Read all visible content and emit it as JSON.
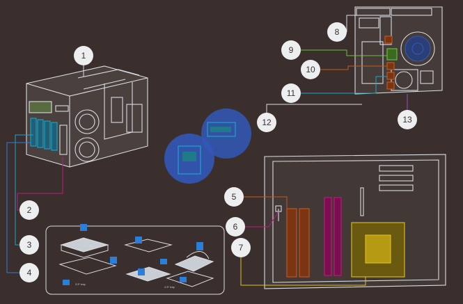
{
  "colors": {
    "background": "#3a2f2d",
    "line_art": "#d9dde2",
    "badge_fill": "#eceeef",
    "accent_cyan": "#1aa6c9",
    "accent_magenta": "#c2187e",
    "accent_orange": "#c8581c",
    "accent_yellow": "#e0c020",
    "accent_green": "#6fc23a",
    "zoom_blue": "#3358b8"
  },
  "callouts": [
    {
      "id": "1",
      "label": "1"
    },
    {
      "id": "2",
      "label": "2"
    },
    {
      "id": "3",
      "label": "3"
    },
    {
      "id": "4",
      "label": "4"
    },
    {
      "id": "5",
      "label": "5"
    },
    {
      "id": "6",
      "label": "6"
    },
    {
      "id": "7",
      "label": "7"
    },
    {
      "id": "8",
      "label": "8"
    },
    {
      "id": "9",
      "label": "9"
    },
    {
      "id": "10",
      "label": "10"
    },
    {
      "id": "11",
      "label": "11"
    },
    {
      "id": "12",
      "label": "12"
    },
    {
      "id": "13",
      "label": "13"
    }
  ],
  "tray_tags": {
    "a": "2.5\" tray",
    "b": "3.5\" tray",
    "c": "2.5\" tray"
  },
  "icons": [
    "nas-chassis-illustration",
    "rear-panel-illustration",
    "motherboard-illustration",
    "drive-tray-steps-illustration",
    "zoom-circle-icon"
  ]
}
